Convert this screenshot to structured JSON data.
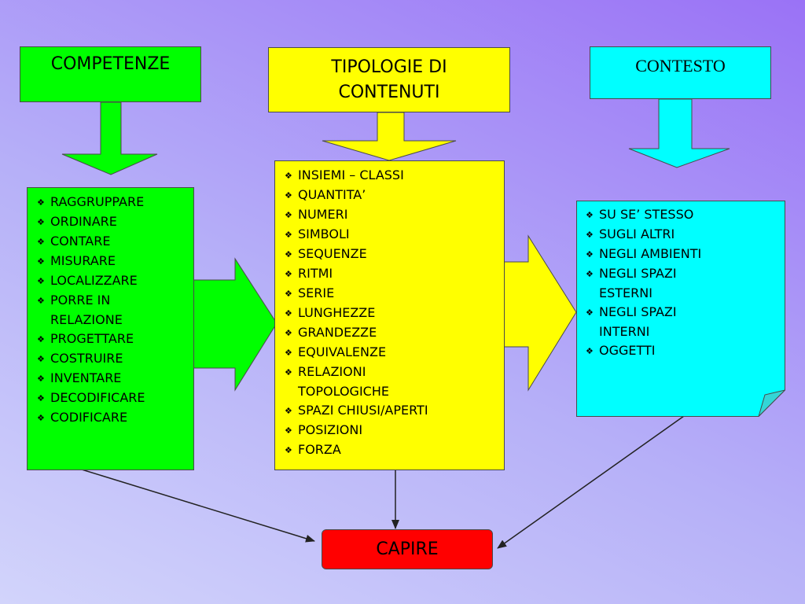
{
  "headers": {
    "competenze": "COMPETENZE",
    "tipologie": "TIPOLOGIE DI\nCONTENUTI",
    "contesto": "CONTESTO"
  },
  "bullet_glyph": "❖",
  "lists": {
    "competenze": [
      "RAGGRUPPARE",
      "ORDINARE",
      "CONTARE",
      "MISURARE",
      "LOCALIZZARE",
      "PORRE IN\nRELAZIONE",
      "PROGETTARE",
      "COSTRUIRE",
      "INVENTARE",
      "DECODIFICARE",
      "CODIFICARE"
    ],
    "contenuti": [
      "INSIEMI – CLASSI",
      "QUANTITA’",
      "NUMERI",
      "SIMBOLI",
      "SEQUENZE",
      "RITMI",
      "SERIE",
      "LUNGHEZZE",
      "GRANDEZZE",
      "EQUIVALENZE",
      "RELAZIONI\nTOPOLOGICHE",
      "SPAZI CHIUSI/APERTI",
      "POSIZIONI",
      "FORZA"
    ],
    "contesto": [
      "SU SE’ STESSO",
      "SUGLI ALTRI",
      "NEGLI AMBIENTI",
      "NEGLI SPAZI\nESTERNI",
      "NEGLI SPAZI\nINTERNI",
      "OGGETTI"
    ]
  },
  "result": {
    "label": "CAPIRE"
  },
  "colors": {
    "green": "#00ff00",
    "yellow": "#ffff00",
    "cyan": "#00ffff",
    "red": "#ff0000"
  }
}
